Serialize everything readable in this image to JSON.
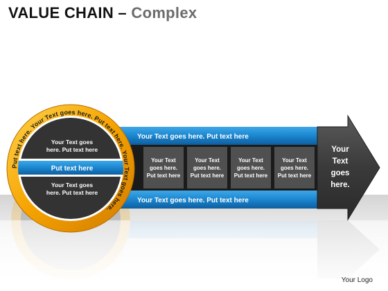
{
  "header": {
    "title_main": "VALUE CHAIN",
    "title_dash": " – ",
    "title_sub": "Complex"
  },
  "diagram": {
    "top_bar_text": "Your Text goes here. Put text here",
    "bottom_bar_text": "Your Text goes here. Put text here",
    "arrow_text": [
      "Your",
      "Text",
      "goes",
      "here."
    ],
    "boxes": [
      [
        "Your Text",
        "goes here.",
        "Put text here"
      ],
      [
        "Your Text",
        "goes here.",
        "Put text here"
      ],
      [
        "Your Text",
        "goes here.",
        "Put text here"
      ],
      [
        "Your Text",
        "goes here.",
        "Put text here"
      ]
    ],
    "circle": {
      "ring_text": "Put text here. Your Text goes here. Put text here. Your Text goes here.",
      "upper_text": [
        "Your Text goes",
        "here. Put text here"
      ],
      "middle_text": "Put text here",
      "lower_text": [
        "Your Text goes",
        "here. Put text here"
      ]
    }
  },
  "footer": {
    "logo_text": "Your Logo"
  },
  "colors": {
    "bar_blue": "#1a86cf",
    "box_gray": "#505050",
    "arrow_dark": "#3a3a3a",
    "ring_orange": "#f0a000",
    "circle_dark": "#333333",
    "band_blue": "#1a86cf"
  }
}
